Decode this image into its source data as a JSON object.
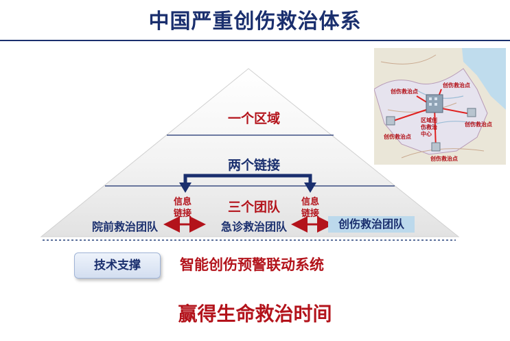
{
  "title": "中国严重创伤救治体系",
  "pyramid": {
    "level1": "一个区域",
    "level2": "两个链接",
    "level3": "三个团队",
    "teams": [
      "院前救治团队",
      "急诊救治团队",
      "创伤救治团队"
    ],
    "link_label_left": "信息\n链接",
    "link_label_right": "信息\n链接"
  },
  "map": {
    "center_label": "区域创伤救治中心",
    "point_label": "创伤救治点",
    "point_count": 5
  },
  "support": {
    "button": "技术支撑",
    "system": "智能创伤预警联动系统"
  },
  "slogan": "赢得生命救治时间",
  "colors": {
    "navy": "#1a2f6e",
    "red": "#b3131b",
    "highlight": "#bcd9ec"
  }
}
